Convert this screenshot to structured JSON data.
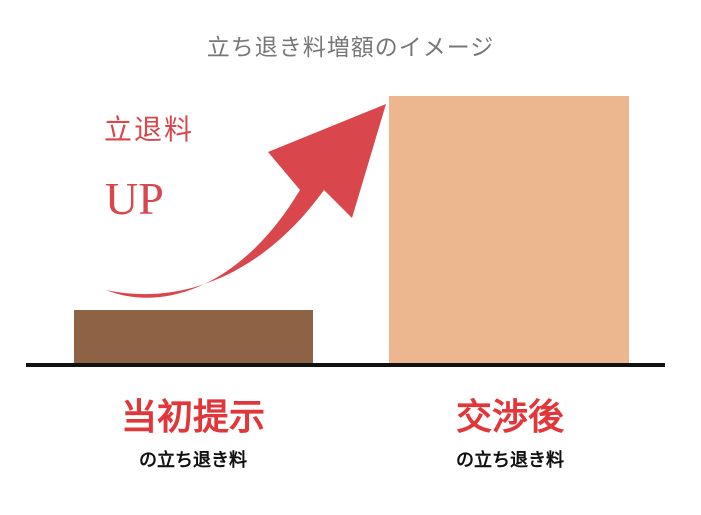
{
  "title": "立ち退き料増額のイメージ",
  "annotation": {
    "line1": "立退料",
    "line2": "UP"
  },
  "columns": [
    {
      "label": "当初提示",
      "sublabel": "の立ち退き料"
    },
    {
      "label": "交渉後",
      "sublabel": "の立ち退き料"
    }
  ],
  "colors": {
    "bar_before": "#8e6345",
    "bar_after": "#ecb78f",
    "arrow": "#d9474d",
    "label": "#e2373a",
    "title": "#777777"
  }
}
